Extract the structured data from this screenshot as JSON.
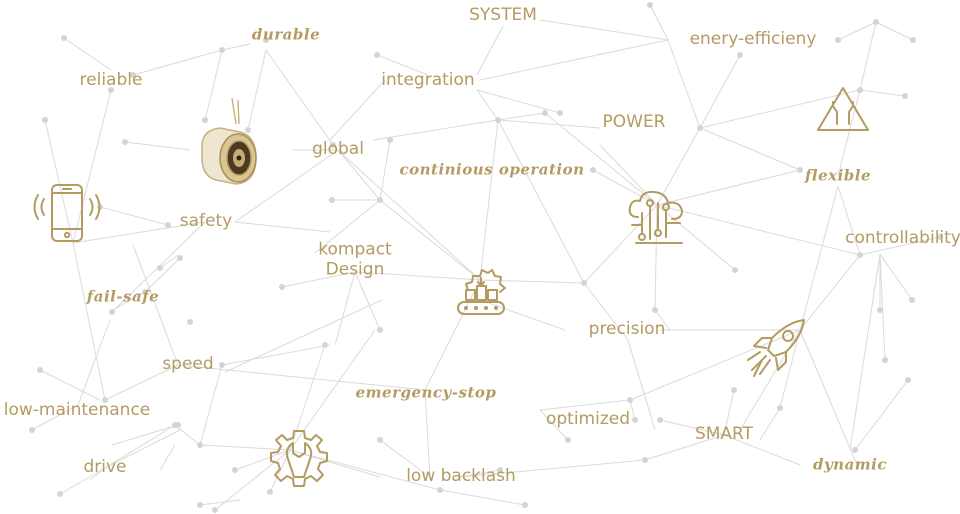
{
  "labels": {
    "system": "SYSTEM",
    "durable": "durable",
    "energy_efficiency": "enery-efficieny",
    "reliable": "reliable",
    "integration": "integration",
    "power": "POWER",
    "global": "global",
    "continuous_operation": "continious operation",
    "flexible": "flexible",
    "safety": "safety",
    "controllability": "controllability",
    "kompakt_design": "kompact\nDesign",
    "fail_safe": "fail-safe",
    "precision": "precision",
    "speed": "speed",
    "emergency_stop": "emergency-stop",
    "low_maintenance": "low-maintenance",
    "optimized": "optimized",
    "smart": "SMART",
    "drive": "drive",
    "low_backlash": "low backlash",
    "dynamic": "dynamic"
  },
  "icons": {
    "phone": "smartphone-icon",
    "brake": "brake-device-icon",
    "cloud": "cloud-circuit-icon",
    "warning": "warning-sign-icon",
    "conveyor": "conveyor-gear-icon",
    "rocket": "rocket-icon",
    "wrench": "wrench-gear-icon"
  },
  "colors": {
    "accent": "#b39b62",
    "lines": "#dadada",
    "nodes": "#d4d4d4"
  }
}
